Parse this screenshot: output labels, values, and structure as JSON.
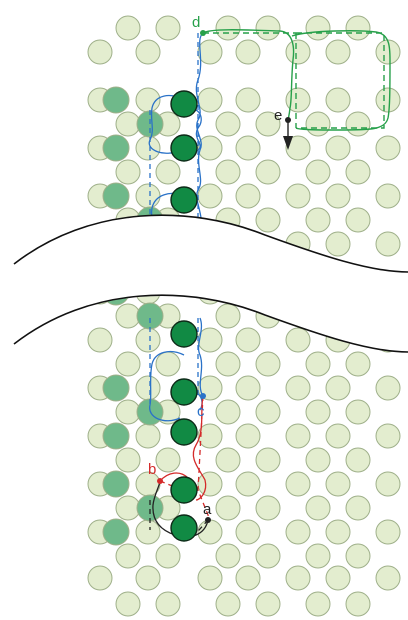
{
  "labels": {
    "a": {
      "text": "a",
      "color": "#222222"
    },
    "b": {
      "text": "b",
      "color": "#d42a2a"
    },
    "c": {
      "text": "c",
      "color": "#2a72c8"
    },
    "d": {
      "text": "d",
      "color": "#27a04a"
    },
    "e": {
      "text": "e",
      "color": "#222222"
    }
  },
  "colors": {
    "pale_atom_fill": "#e3edcf",
    "pale_atom_stroke": "#9fb08a",
    "mid_atom_fill": "#6fb98a",
    "dark_atom_fill": "#118a44",
    "dark_atom_stroke": "#0d2a18",
    "blue_path": "#2a72c8",
    "red_path": "#d42a2a",
    "green_path": "#27a04a",
    "black_path": "#222222",
    "break_line": "#111111"
  }
}
